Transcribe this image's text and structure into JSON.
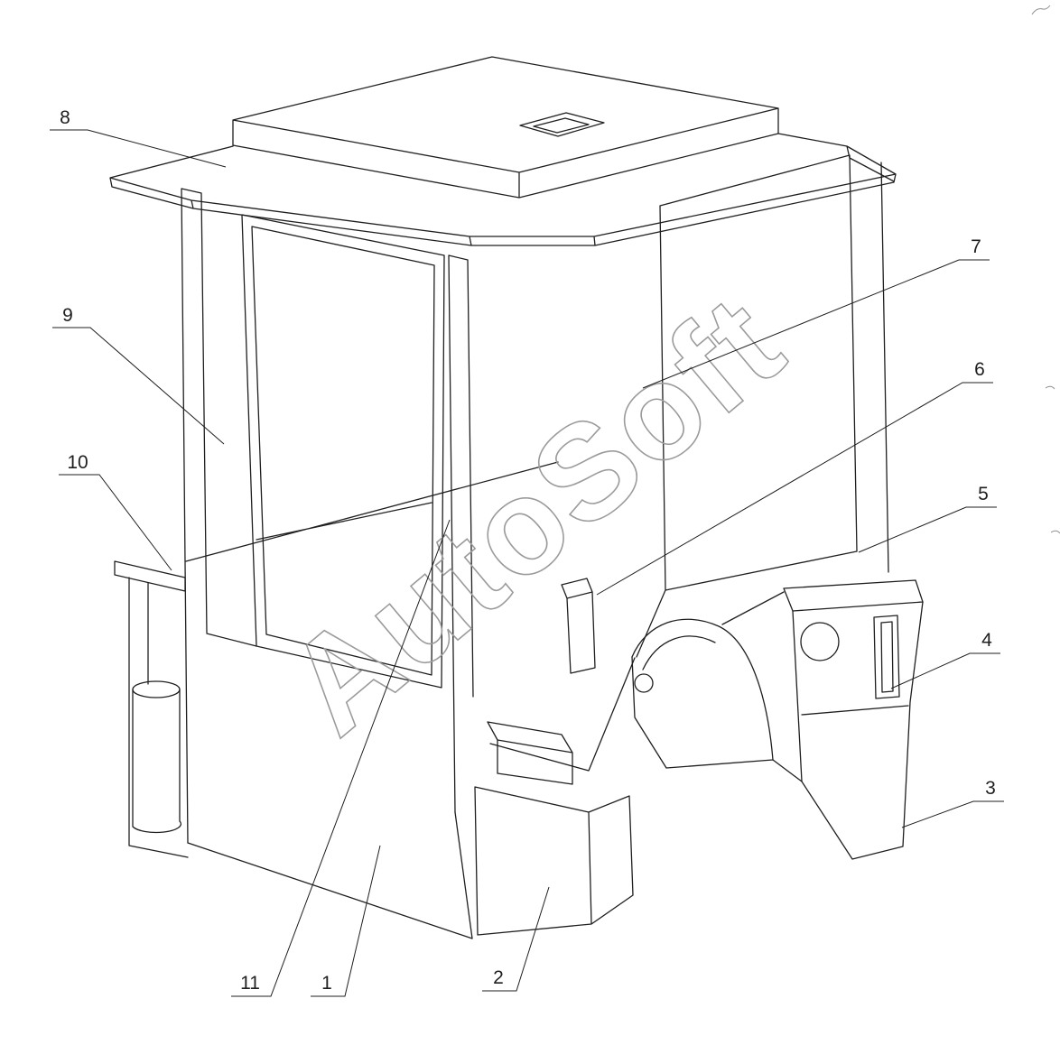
{
  "colors": {
    "background": "#ffffff",
    "line": "#1f1f1f",
    "watermark": "#9b9b9b"
  },
  "watermark": "AutoSoft",
  "callouts": [
    {
      "label": "1"
    },
    {
      "label": "2"
    },
    {
      "label": "3"
    },
    {
      "label": "4"
    },
    {
      "label": "5"
    },
    {
      "label": "6"
    },
    {
      "label": "7"
    },
    {
      "label": "8"
    },
    {
      "label": "9"
    },
    {
      "label": "10"
    },
    {
      "label": "11"
    }
  ]
}
